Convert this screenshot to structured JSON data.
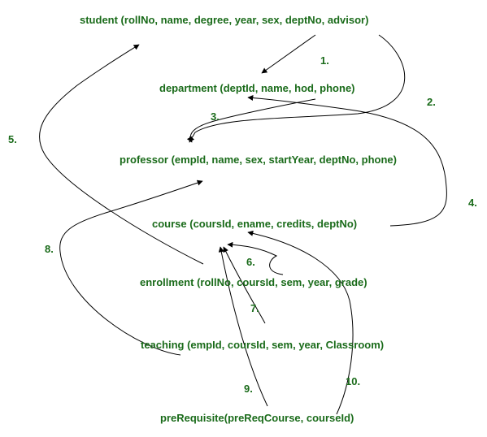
{
  "relations": {
    "student": "student (rollNo, name, degree, year, sex, deptNo, advisor)",
    "department": "department (deptId, name, hod, phone)",
    "professor": "professor (empId, name, sex, startYear, deptNo, phone)",
    "course": "course (coursId, ename, credits, deptNo)",
    "enrollment": "enrollment (rollNo, coursId, sem, year, grade)",
    "teaching": "teaching (empId, coursId, sem, year, Classroom)",
    "prerequisite": "preRequisite(preReqCourse, courseId)"
  },
  "arrow_labels": {
    "a1": "1.",
    "a2": "2.",
    "a3": "3.",
    "a4": "4.",
    "a5": "5.",
    "a6": "6.",
    "a7": "7.",
    "a8": "8.",
    "a9": "9.",
    "a10": "10."
  },
  "colors": {
    "text": "#1a6b1a",
    "arrow": "#000000"
  }
}
